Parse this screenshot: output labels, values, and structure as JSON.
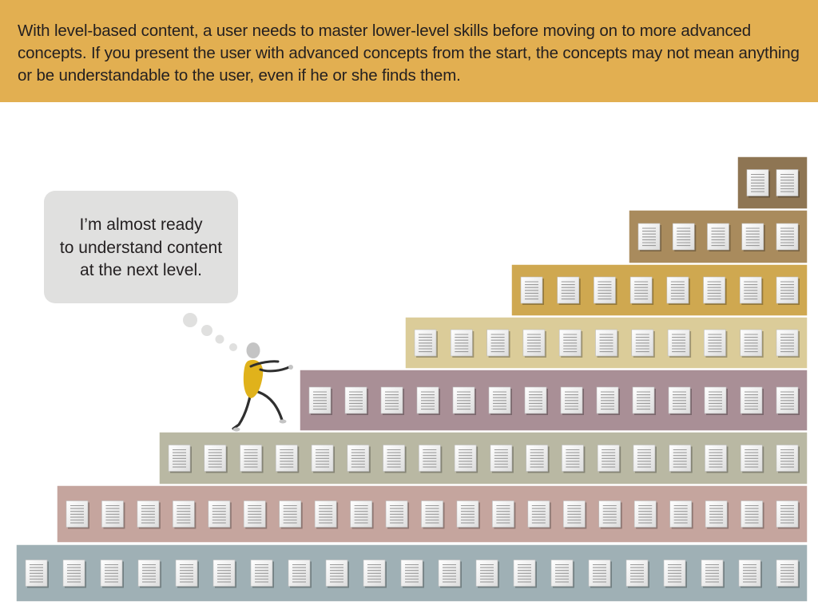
{
  "header": {
    "text": "With level-based content, a user needs to master lower-level skills before moving on to more advanced concepts. If you present the user with advanced concepts from the start, the concepts may not mean anything or be understandable to the user, even if he or she finds them."
  },
  "thought_bubble": {
    "text": "I’m almost ready\nto understand content\nat the next level."
  },
  "staircase": {
    "levels": [
      {
        "color": "#9fb0b5",
        "documents": 21
      },
      {
        "color": "#c5a59e",
        "documents": 21
      },
      {
        "color": "#b9b8a3",
        "documents": 18
      },
      {
        "color": "#a98f96",
        "documents": 14
      },
      {
        "color": "#dbcc99",
        "documents": 11
      },
      {
        "color": "#cfa850",
        "documents": 8
      },
      {
        "color": "#a98b5d",
        "documents": 5
      },
      {
        "color": "#8e7553",
        "documents": 2
      }
    ]
  },
  "figure": {
    "body_color": "#e0b21b",
    "head_color": "#c4c4c4"
  }
}
